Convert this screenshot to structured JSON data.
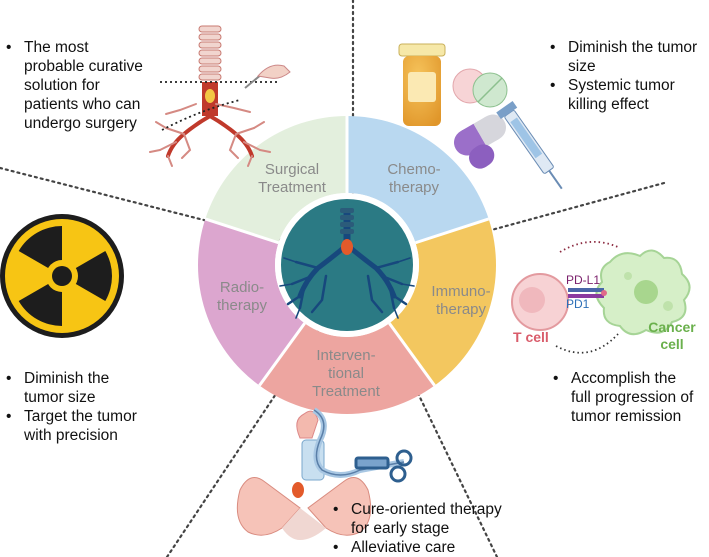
{
  "segments": {
    "surgical": "Surgical\nTreatment",
    "chemo": "Chemo-\ntherapy",
    "immuno": "Immuno-\ntherapy",
    "interventional": "Interven-\ntional\nTreatment",
    "radio": "Radio-\ntherapy"
  },
  "bullets": {
    "surgical": [
      "The most\nprobable curative\nsolution for\npatients who can\nundergo surgery"
    ],
    "chemo": [
      "Diminish the tumor\nsize",
      "Systemic tumor\nkilling effect"
    ],
    "radio": [
      "Diminish the\ntumor size",
      "Target the tumor\nwith precision"
    ],
    "immuno": [
      "Accomplish the\nfull progression of\ntumor remission"
    ],
    "interventional": [
      "Cure-oriented therapy\nfor early stage",
      "Alleviative care"
    ]
  },
  "immuno_labels": {
    "pdl1": "PD-L1",
    "pd1": "PD1",
    "tcell": "T cell",
    "cancer": "Cancer\ncell"
  },
  "colors": {
    "surgical": "#e3efdd",
    "chemo": "#b9d8f0",
    "immuno": "#f3c75f",
    "interventional": "#eda5a0",
    "radio": "#dca6cf",
    "lung_bg": "#2b7a84",
    "lung_fill": "#155a86",
    "segment_text": "#8a8a8a"
  }
}
